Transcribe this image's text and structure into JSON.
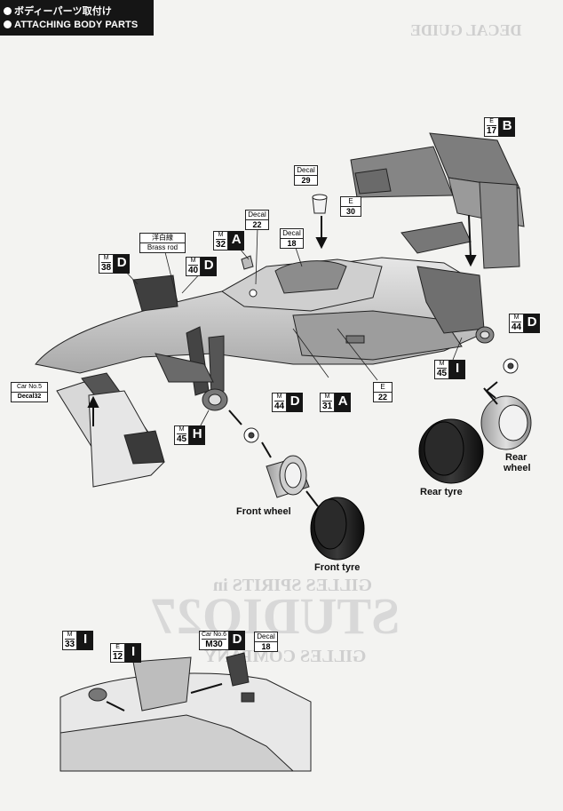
{
  "header": {
    "line1": "ボディーパーツ取付け",
    "line2": "ATTACHING BODY PARTS"
  },
  "callouts": {
    "e17_top": "E",
    "e17_num": "17",
    "e17_letter": "B",
    "decal29_top": "Decal",
    "decal29_num": "29",
    "e30_top": "E",
    "e30_num": "30",
    "decal22_top": "Decal",
    "decal22_num": "22",
    "decal18_top": "Decal",
    "decal18_num": "18",
    "m32_top": "M",
    "m32_num": "32",
    "m32_letter": "A",
    "brass_jp": "洋白線",
    "brass_en": "Brass rod",
    "m38_top": "M",
    "m38_num": "38",
    "m38_letter": "D",
    "m40_top": "M",
    "m40_num": "40",
    "m40_letter": "D",
    "m44r_top": "M",
    "m44r_num": "44",
    "m44r_letter": "D",
    "m45r_top": "M",
    "m45r_num": "45",
    "m45r_letter": "I",
    "e22_top": "E",
    "e22_num": "22",
    "m31_top": "M",
    "m31_num": "31",
    "m31_letter": "A",
    "m44f_top": "M",
    "m44f_num": "44",
    "m44f_letter": "D",
    "m45f_top": "M",
    "m45f_num": "45",
    "m45f_letter": "H",
    "carno_line1": "Car No.5",
    "carno_line2": "Decal32",
    "m33_top": "M",
    "m33_num": "33",
    "m33_letter": "I",
    "e12_top": "E",
    "e12_num": "12",
    "e12_letter": "I",
    "carno6_line1": "Car No.6",
    "carno6_line2": "M30",
    "carno6_letter": "D",
    "decal18b_top": "Decal",
    "decal18b_num": "18"
  },
  "labels": {
    "rear_tyre": "Rear tyre",
    "rear_wheel_1": "Rear",
    "rear_wheel_2": "wheel",
    "front_wheel": "Front wheel",
    "front_tyre": "Front tyre"
  },
  "watermark": {
    "decal_guide": "DECAL GUIDE",
    "sprits": "GILLES SPIRITS in",
    "studio": "STUDIO27",
    "company": "GILLES COMPANY"
  }
}
